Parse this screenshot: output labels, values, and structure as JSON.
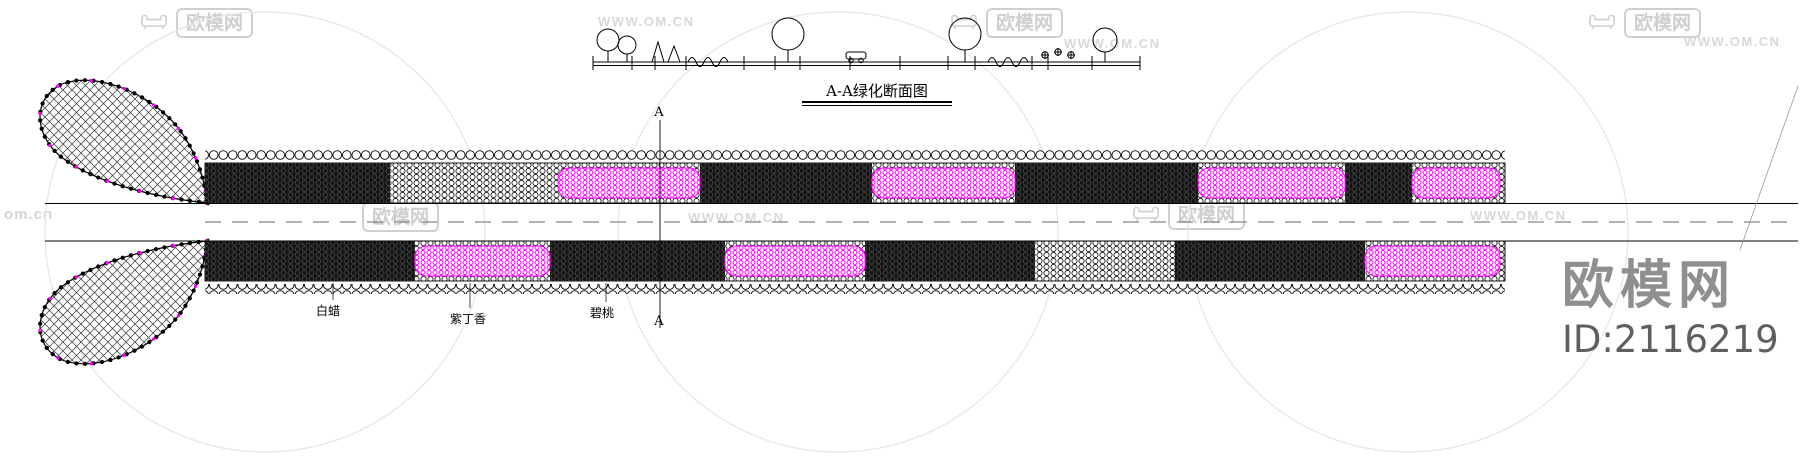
{
  "page": {
    "background": "#ffffff"
  },
  "drawing": {
    "section_title": "A-A绿化断面图",
    "section_marker_top": "A",
    "section_marker_bottom": "A",
    "plant_labels": {
      "ash": "白蜡",
      "lilac": "紫丁香",
      "peach": "碧桃"
    },
    "colors": {
      "linework": "#000000",
      "flower_magenta": "#ff00ff",
      "watermark_gray": "#cfcfcf"
    }
  },
  "watermark": {
    "brand": "欧模网",
    "url": "WWW.OM.CN",
    "url_short": "om.cn",
    "footer_brand": "欧模网",
    "footer_id": "ID:2116219"
  }
}
